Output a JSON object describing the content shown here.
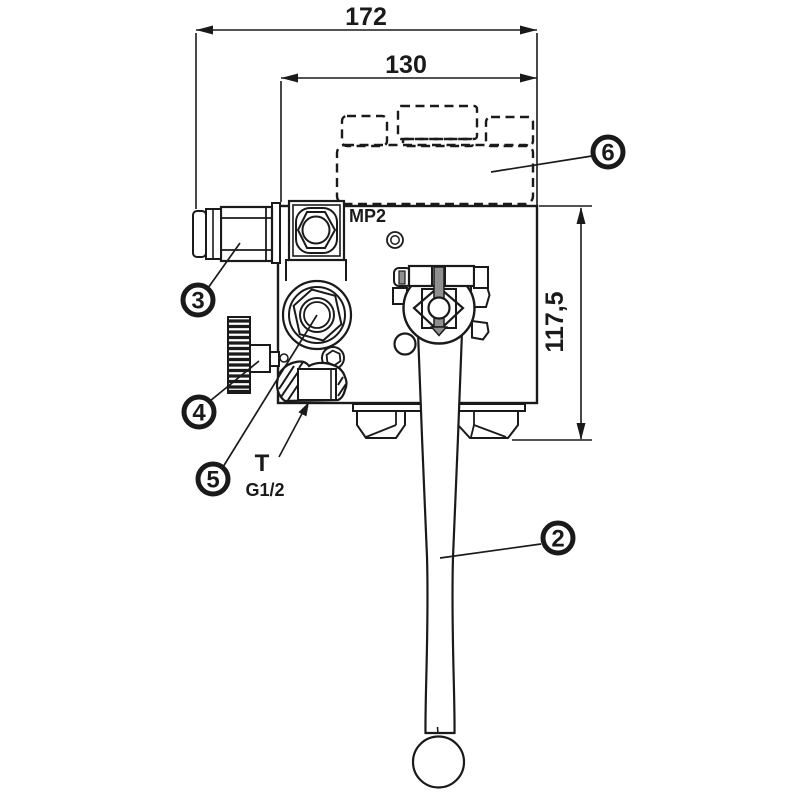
{
  "drawing_title": "hand-lever hydraulic valve - side view technical drawing",
  "dimensions": {
    "total_width": "172",
    "body_width": "130",
    "body_height": "117,5"
  },
  "labels": {
    "mp2_port": "MP2",
    "tank_port": "T",
    "tank_thread": "G1/2"
  },
  "balloons": {
    "lever": "2",
    "plug_fitting": "3",
    "adjust_knob": "4",
    "relief_valve": "5",
    "top_cover": "6"
  },
  "colors": {
    "line": "#1a1a1a",
    "background": "#ffffff",
    "shaft_fill": "#909090"
  }
}
